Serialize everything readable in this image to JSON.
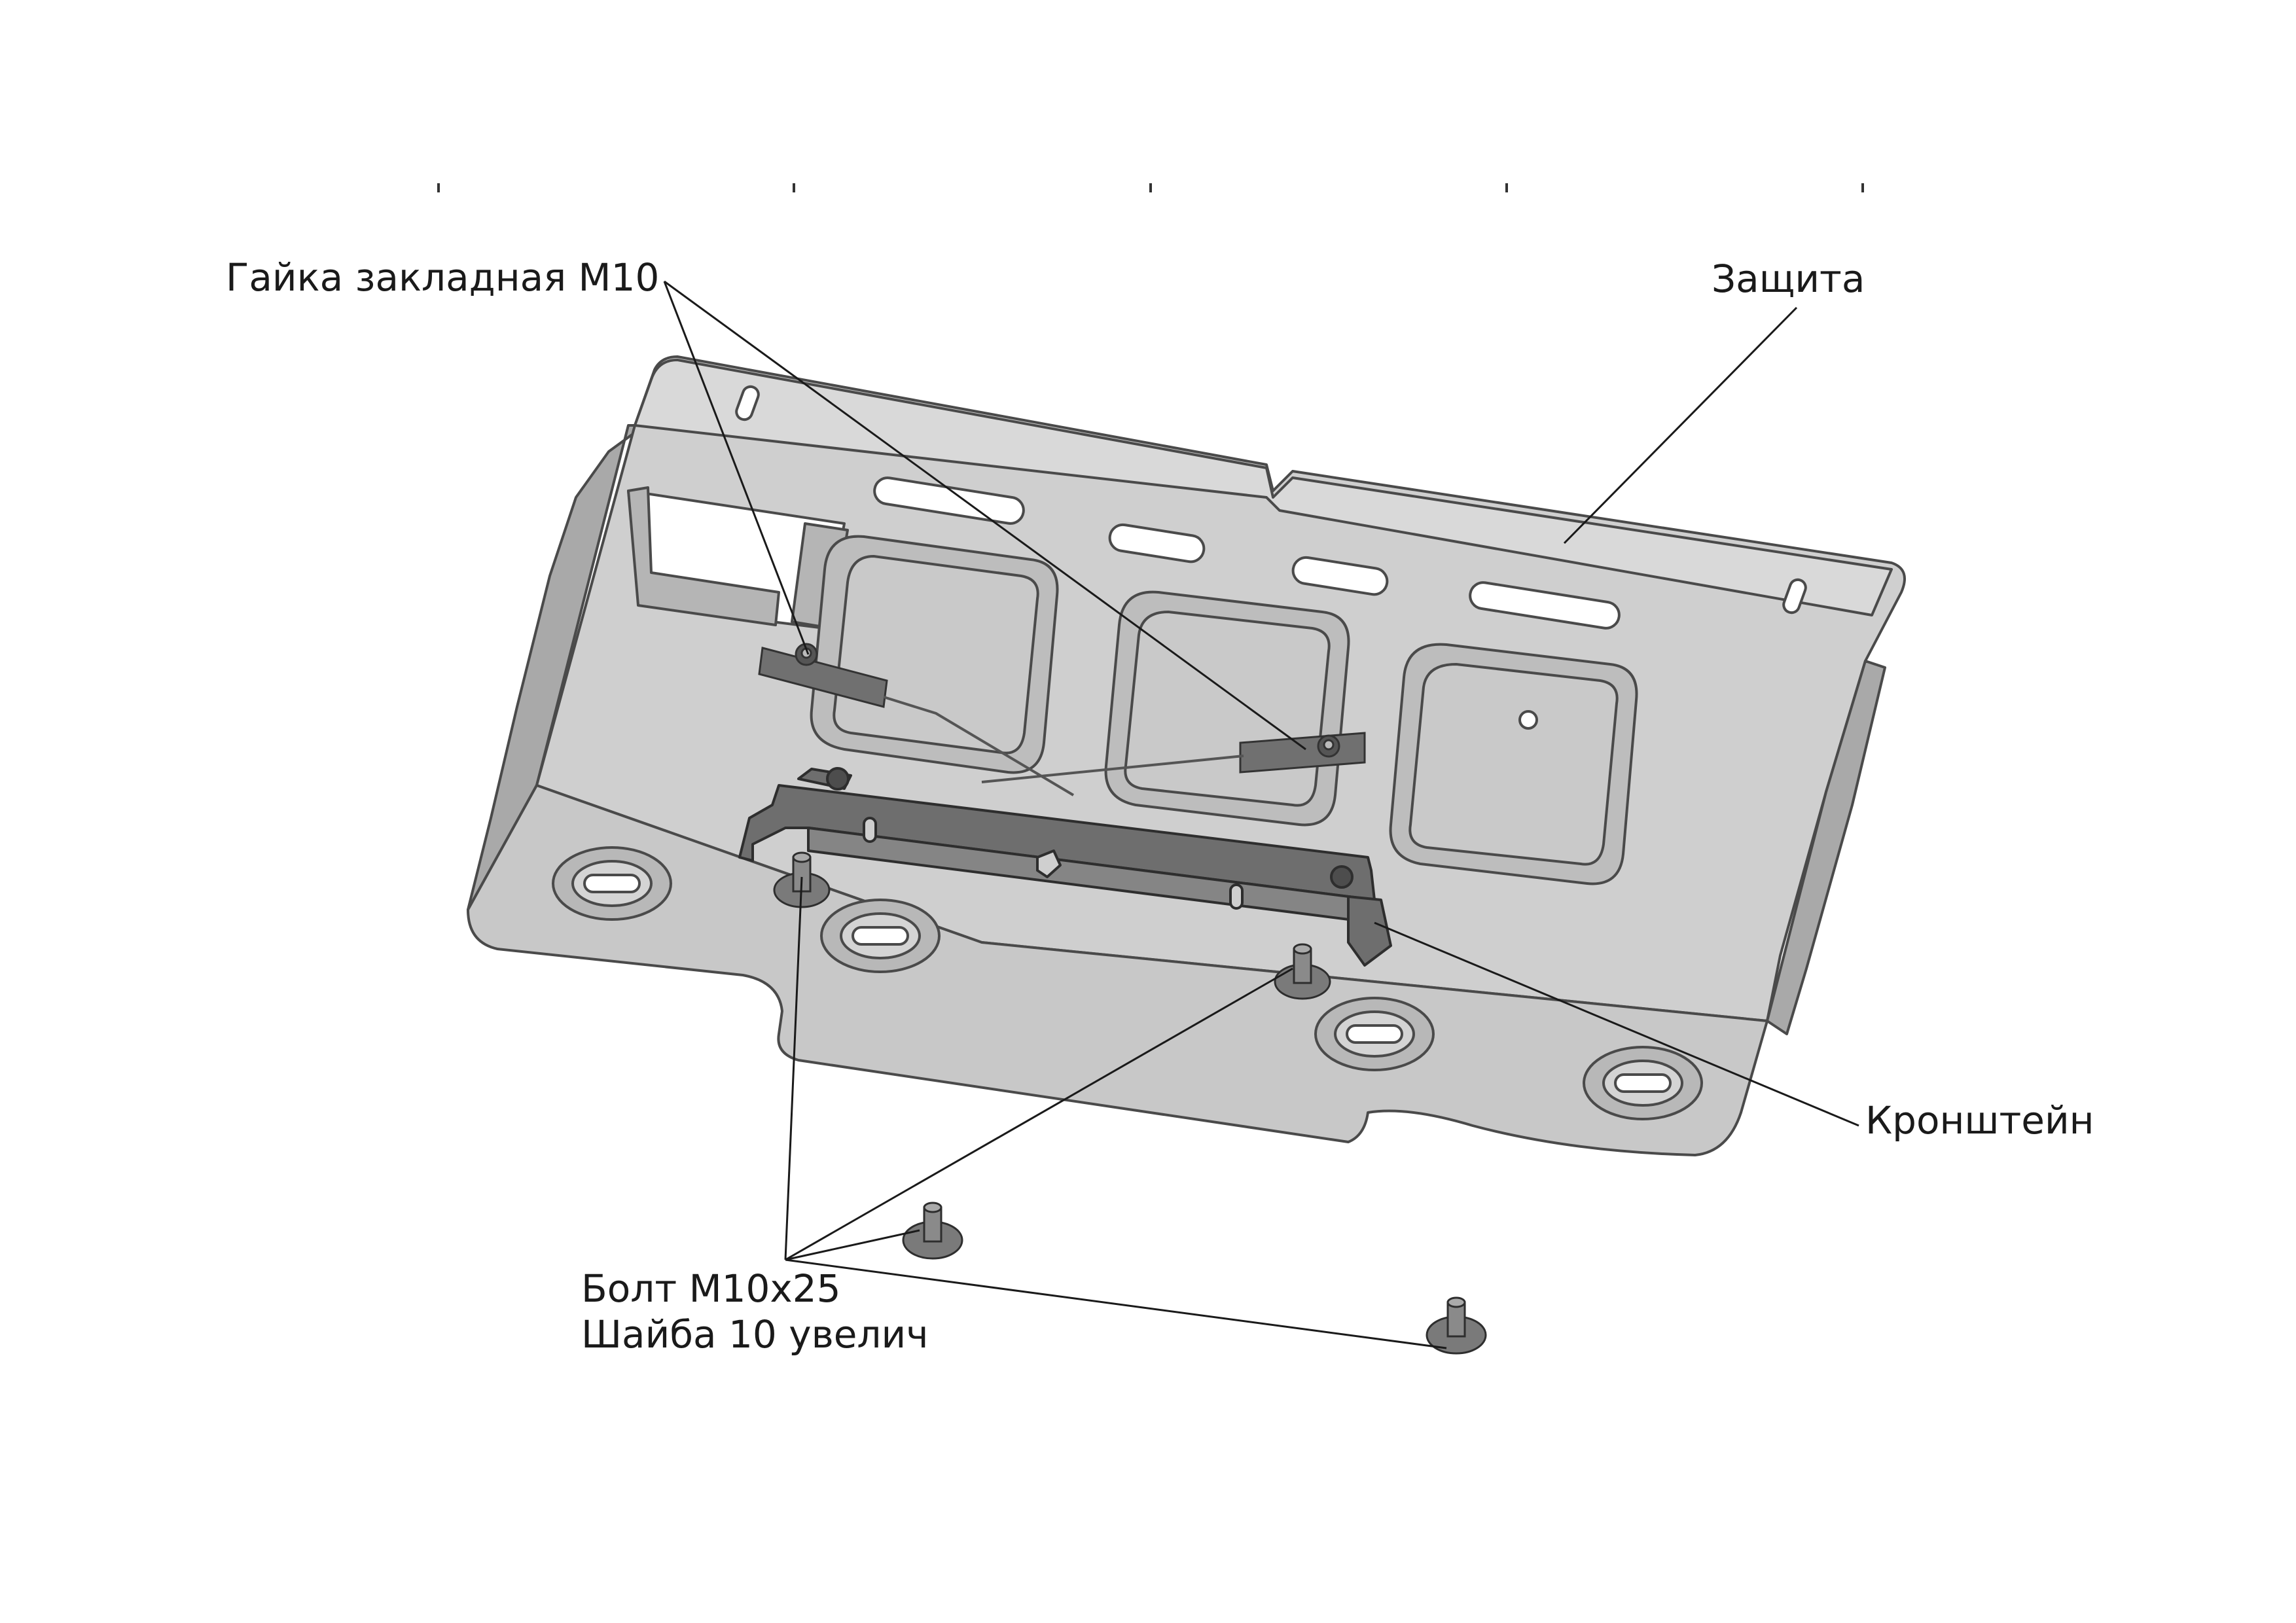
{
  "labels": {
    "nut": "Гайка закладная М10",
    "guard": "Защита",
    "bracket": "Кронштейн",
    "bolt_line1": "Болт М10х25",
    "bolt_line2": "Шайба 10 увелич"
  },
  "colors": {
    "background": "#ffffff",
    "plate_fill": "#cfcfcf",
    "plate_top": "#d9d9d9",
    "plate_side": "#a9a9a9",
    "plate_edge": "#4a4a4a",
    "bracket_fill": "#6e6e6e",
    "leader": "#1a1a1a"
  }
}
